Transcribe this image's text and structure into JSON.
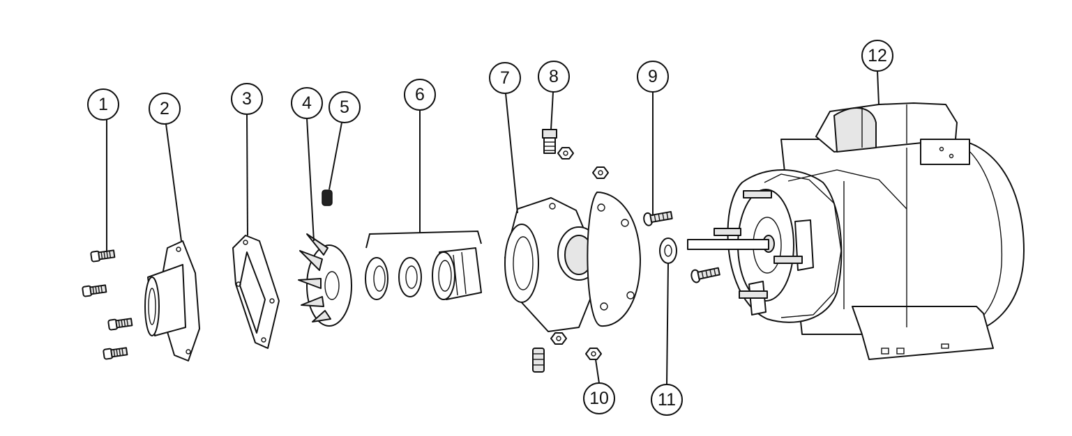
{
  "diagram": {
    "callouts": [
      {
        "id": "1",
        "label": "1"
      },
      {
        "id": "2",
        "label": "2"
      },
      {
        "id": "3",
        "label": "3"
      },
      {
        "id": "4",
        "label": "4"
      },
      {
        "id": "5",
        "label": "5"
      },
      {
        "id": "6",
        "label": "6"
      },
      {
        "id": "7",
        "label": "7"
      },
      {
        "id": "8",
        "label": "8"
      },
      {
        "id": "9",
        "label": "9"
      },
      {
        "id": "10",
        "label": "10"
      },
      {
        "id": "11",
        "label": "11"
      },
      {
        "id": "12",
        "label": "12"
      }
    ],
    "colors": {
      "line": "#111111",
      "background": "#ffffff",
      "shade": "#e6e6e6"
    }
  }
}
